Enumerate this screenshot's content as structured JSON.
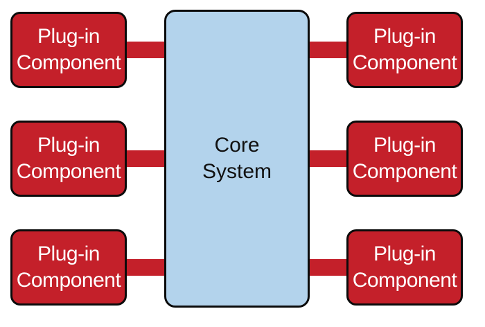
{
  "core": {
    "line1": "Core",
    "line2": "System",
    "fill_color": "#b3d3ec"
  },
  "plugins": {
    "fill_color": "#c4202a",
    "left": [
      {
        "line1": "Plug-in",
        "line2": "Component"
      },
      {
        "line1": "Plug-in",
        "line2": "Component"
      },
      {
        "line1": "Plug-in",
        "line2": "Component"
      }
    ],
    "right": [
      {
        "line1": "Plug-in",
        "line2": "Component"
      },
      {
        "line1": "Plug-in",
        "line2": "Component"
      },
      {
        "line1": "Plug-in",
        "line2": "Component"
      }
    ]
  }
}
